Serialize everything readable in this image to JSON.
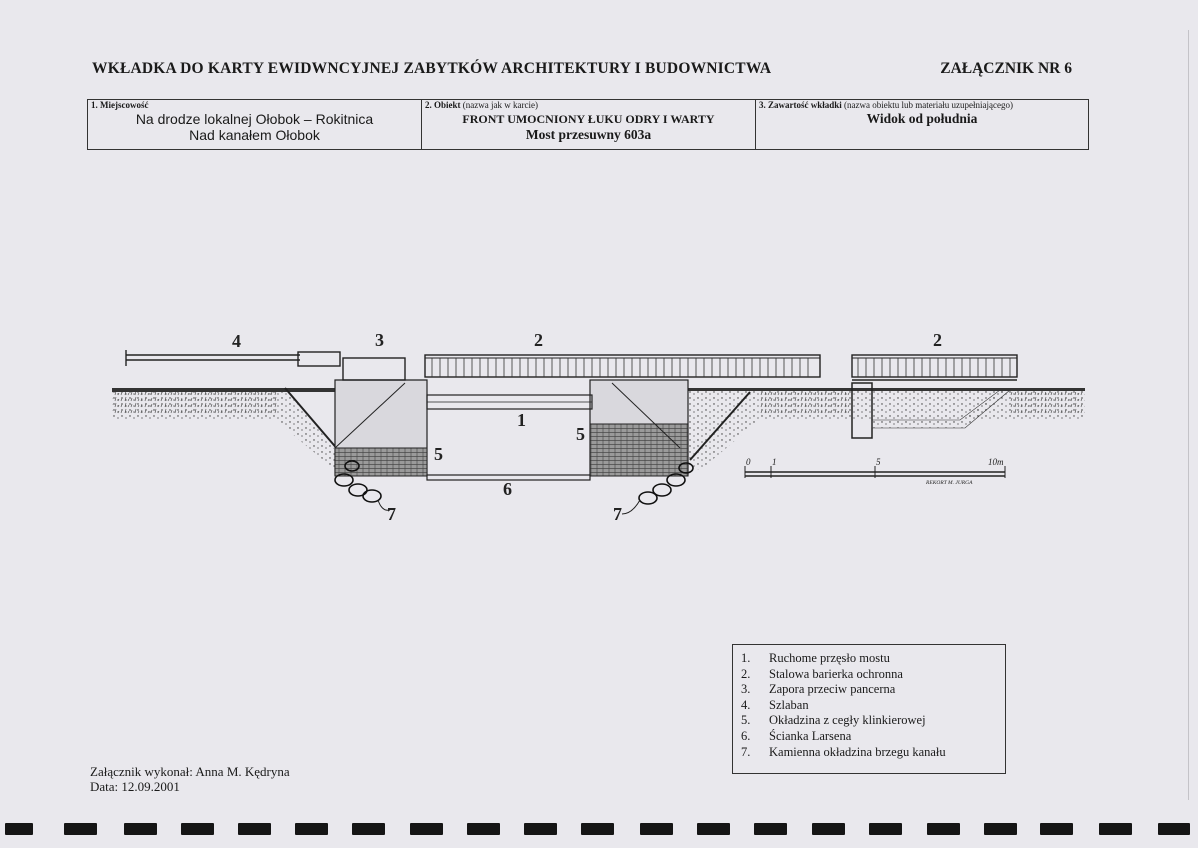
{
  "header": {
    "title": "WKŁADKA DO KARTY EWIDWNCYJNEJ ZABYTKÓW ARCHITEKTURY I BUDOWNICTWA",
    "annex": "ZAŁĄCZNIK NR 6"
  },
  "info": {
    "locality": {
      "label_num": "1. Miejscowość",
      "line1": "Na drodze lokalnej Ołobok – Rokitnica",
      "line2": "Nad kanałem Ołobok"
    },
    "object": {
      "label_num": "2. Obiekt",
      "label_note": "(nazwa jak w karcie)",
      "line1": "FRONT UMOCNIONY ŁUKU ODRY I WARTY",
      "line2": "Most przesuwny 603a"
    },
    "contents": {
      "label_num": "3. Zawartość wkładki",
      "label_note": "(nazwa obiektu lub materiału uzupełniającego)",
      "line1": "Widok od południa"
    }
  },
  "drawing": {
    "callouts": {
      "c1": "1",
      "c2a": "2",
      "c2b": "2",
      "c3": "3",
      "c4": "4",
      "c5a": "5",
      "c5b": "5",
      "c6": "6",
      "c7a": "7",
      "c7b": "7"
    },
    "scale": {
      "t0": "0",
      "t1": "1",
      "t5": "5",
      "t10": "10m",
      "author": "REKORT M. JURGA"
    }
  },
  "legend": {
    "items": [
      {
        "num": "1.",
        "text": "Ruchome przęsło mostu"
      },
      {
        "num": "2.",
        "text": "Stalowa barierka ochronna"
      },
      {
        "num": "3.",
        "text": "Zapora przeciw pancerna"
      },
      {
        "num": "4.",
        "text": "Szlaban"
      },
      {
        "num": "5.",
        "text": "Okładzina z cegły klinkierowej"
      },
      {
        "num": "6.",
        "text": "Ścianka Larsena"
      },
      {
        "num": "7.",
        "text": "Kamienna okładzina brzegu kanału"
      }
    ]
  },
  "credits": {
    "author": "Załącznik wykonał: Anna M. Kędryna",
    "date": "Data: 12.09.2001"
  }
}
